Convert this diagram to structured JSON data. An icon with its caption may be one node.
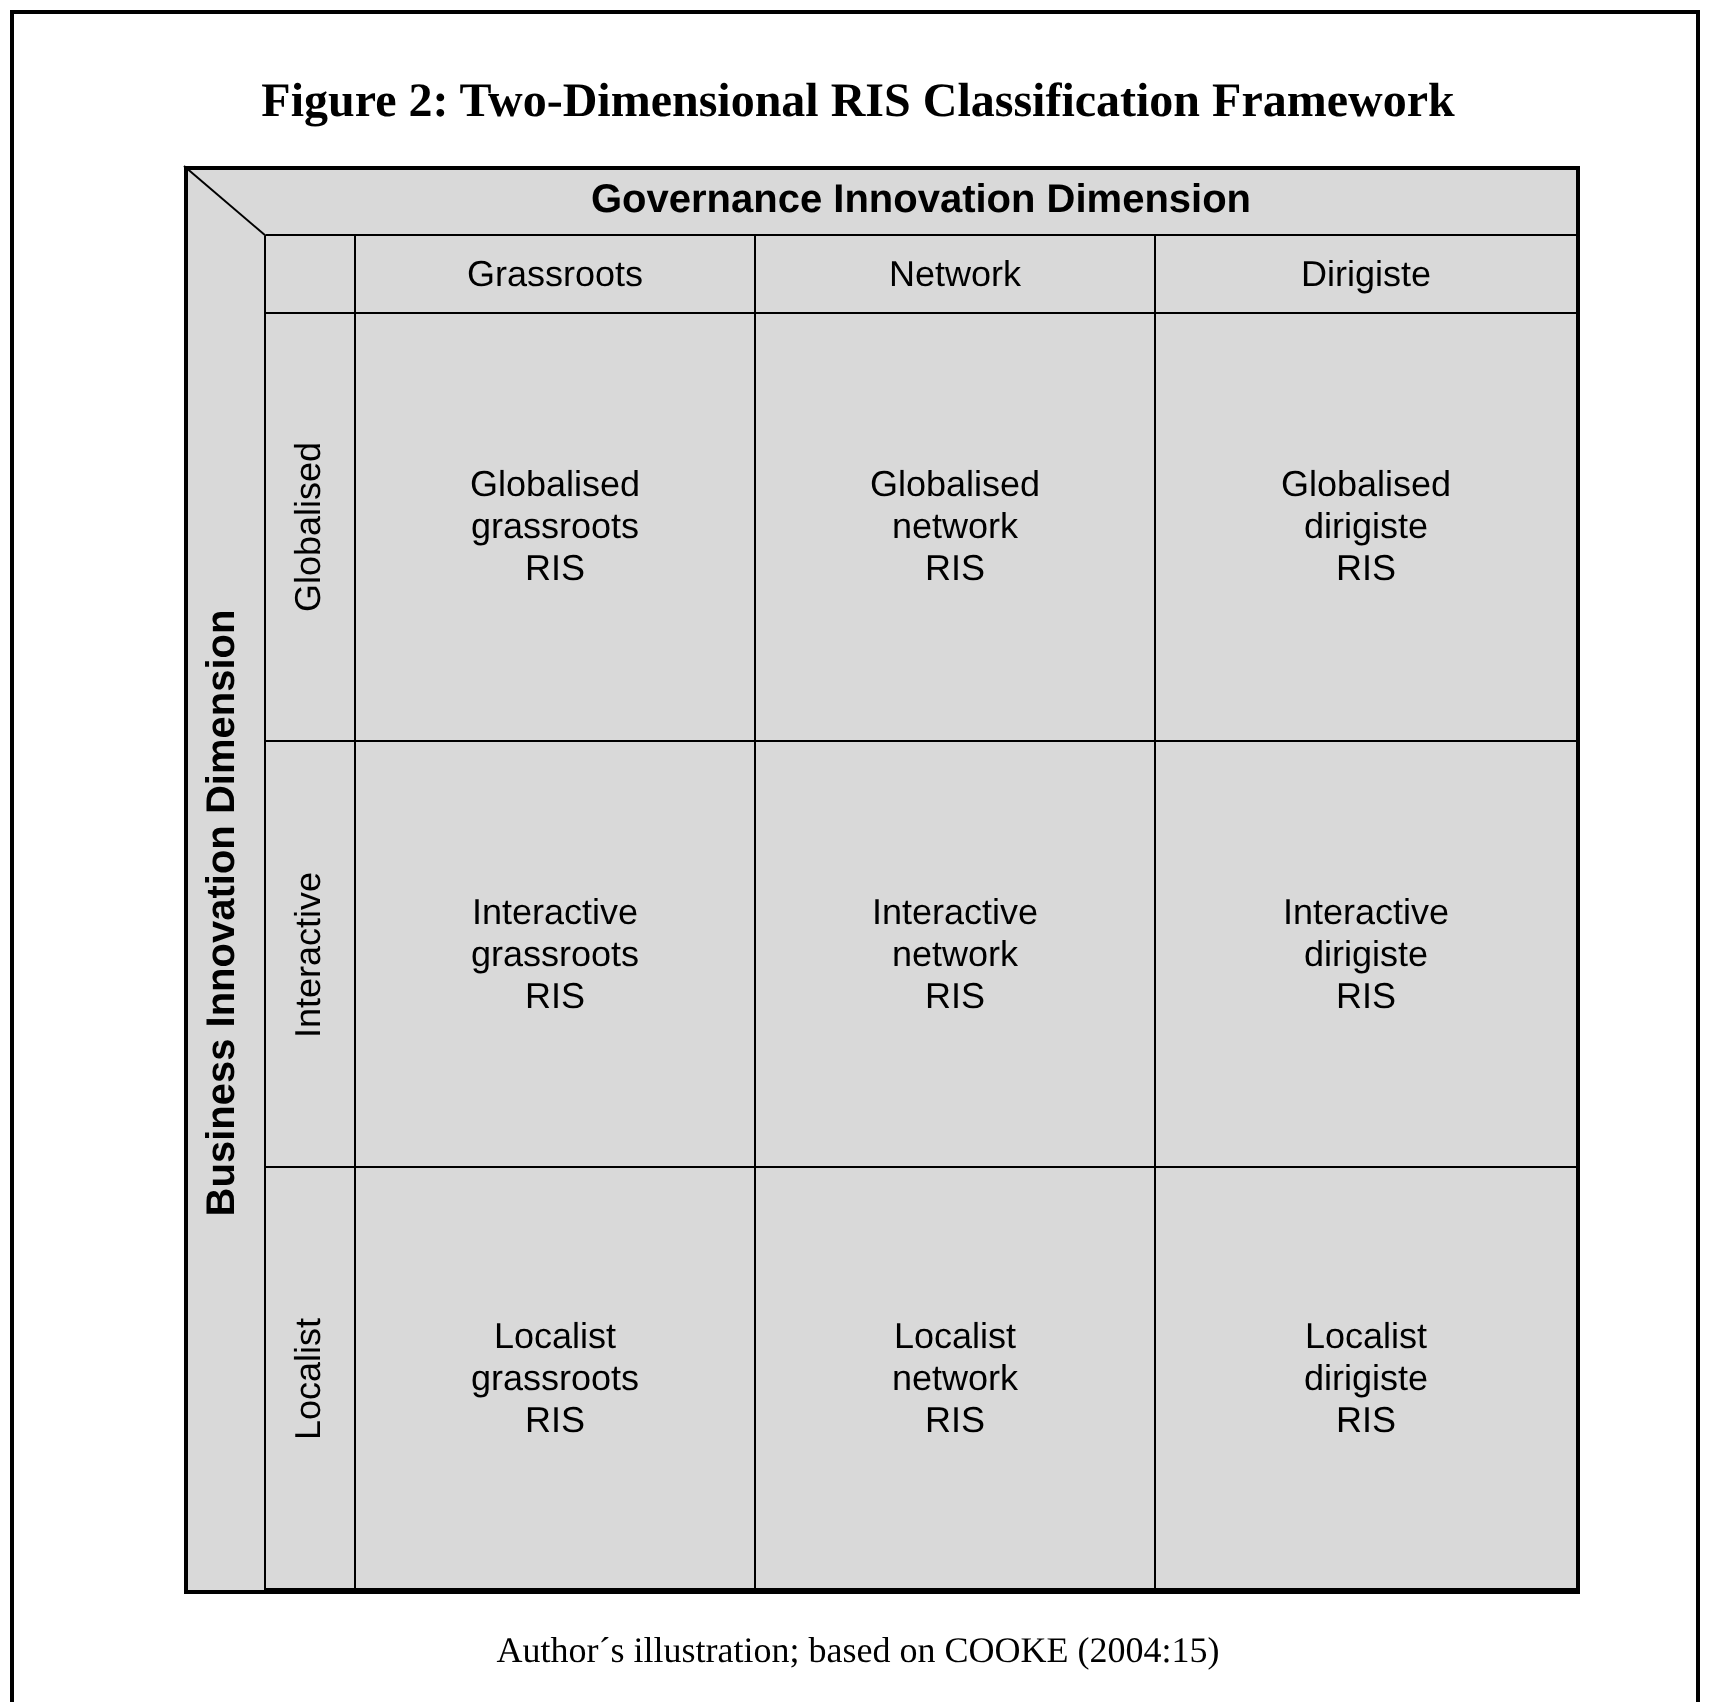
{
  "diagram": {
    "title": "Figure 2: Two-Dimensional RIS Classification Framework",
    "caption": "Author´s illustration; based on COOKE (2004:15)",
    "labels": [
      "Governance Innovation Dimension",
      "Grassroots",
      "Network",
      "Dirigiste",
      "Business Innovation Dimension",
      "Globalised",
      "Globalised grassroots RIS",
      "Globalised network RIS",
      "Globalised dirigiste RIS",
      "Interactive",
      "Interactive grassroots RIS",
      "Interactive network RIS",
      "Interactive dirigiste RIS",
      "Localist",
      "Localist grassroots RIS",
      "Localist network RIS",
      "Localist dirigiste RIS"
    ]
  }
}
